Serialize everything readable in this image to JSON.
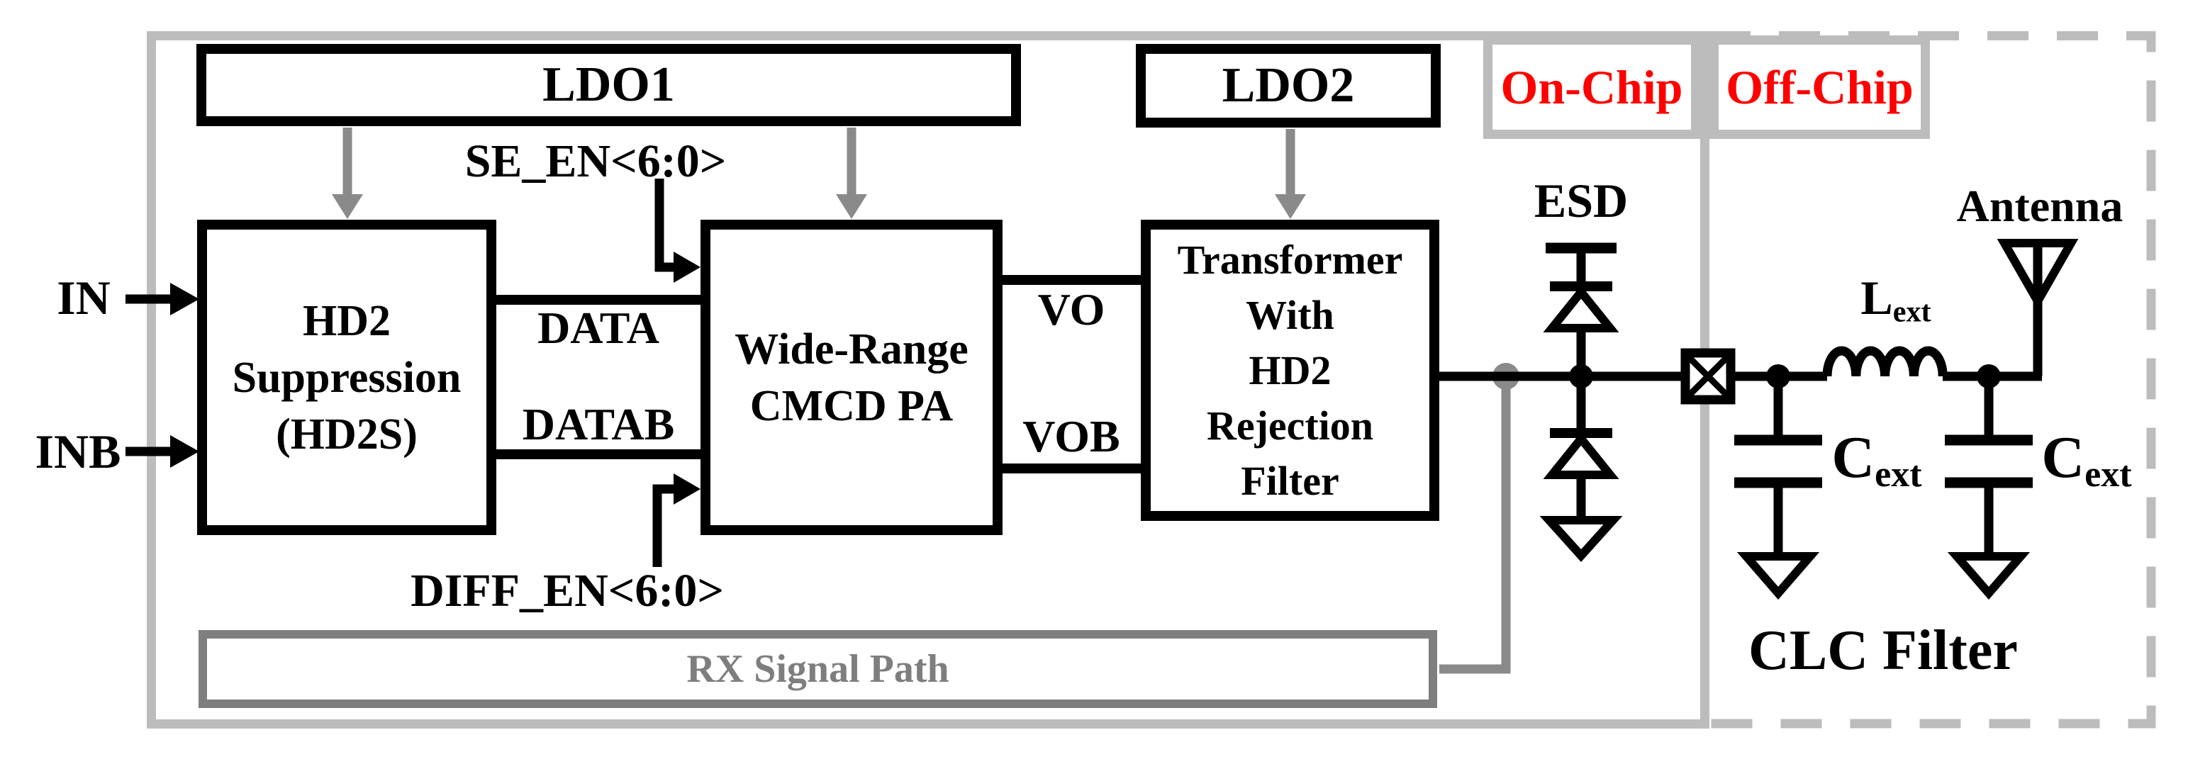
{
  "regions": {
    "on_chip": "On-Chip",
    "off_chip": "Off-Chip"
  },
  "blocks": {
    "ldo1": "LDO1",
    "ldo2": "LDO2",
    "hd2s": {
      "line1": "HD2",
      "line2": "Suppression",
      "line3": "(HD2S)"
    },
    "pa": {
      "line1": "Wide-Range",
      "line2": "CMCD PA"
    },
    "transformer": {
      "line1": "Transformer",
      "line2": "With",
      "line3": "HD2",
      "line4": "Rejection",
      "line5": "Filter"
    },
    "rx_path": "RX Signal Path"
  },
  "signals": {
    "in": "IN",
    "inb": "INB",
    "data": "DATA",
    "datab": "DATAB",
    "vo": "VO",
    "vob": "VOB",
    "se_en": "SE_EN<6:0>",
    "diff_en": "DIFF_EN<6:0>"
  },
  "components": {
    "esd": "ESD",
    "antenna": "Antenna",
    "inductor_base": "L",
    "capacitor_base": "C",
    "ext_subscript": "ext",
    "clc_filter": "CLC Filter"
  },
  "colors": {
    "accent_red": "#ff0000",
    "border_light_gray": "#bcbcbc",
    "arrow_gray": "#8a8a8a",
    "rx_gray": "#7e7e7e",
    "black": "#000000"
  }
}
